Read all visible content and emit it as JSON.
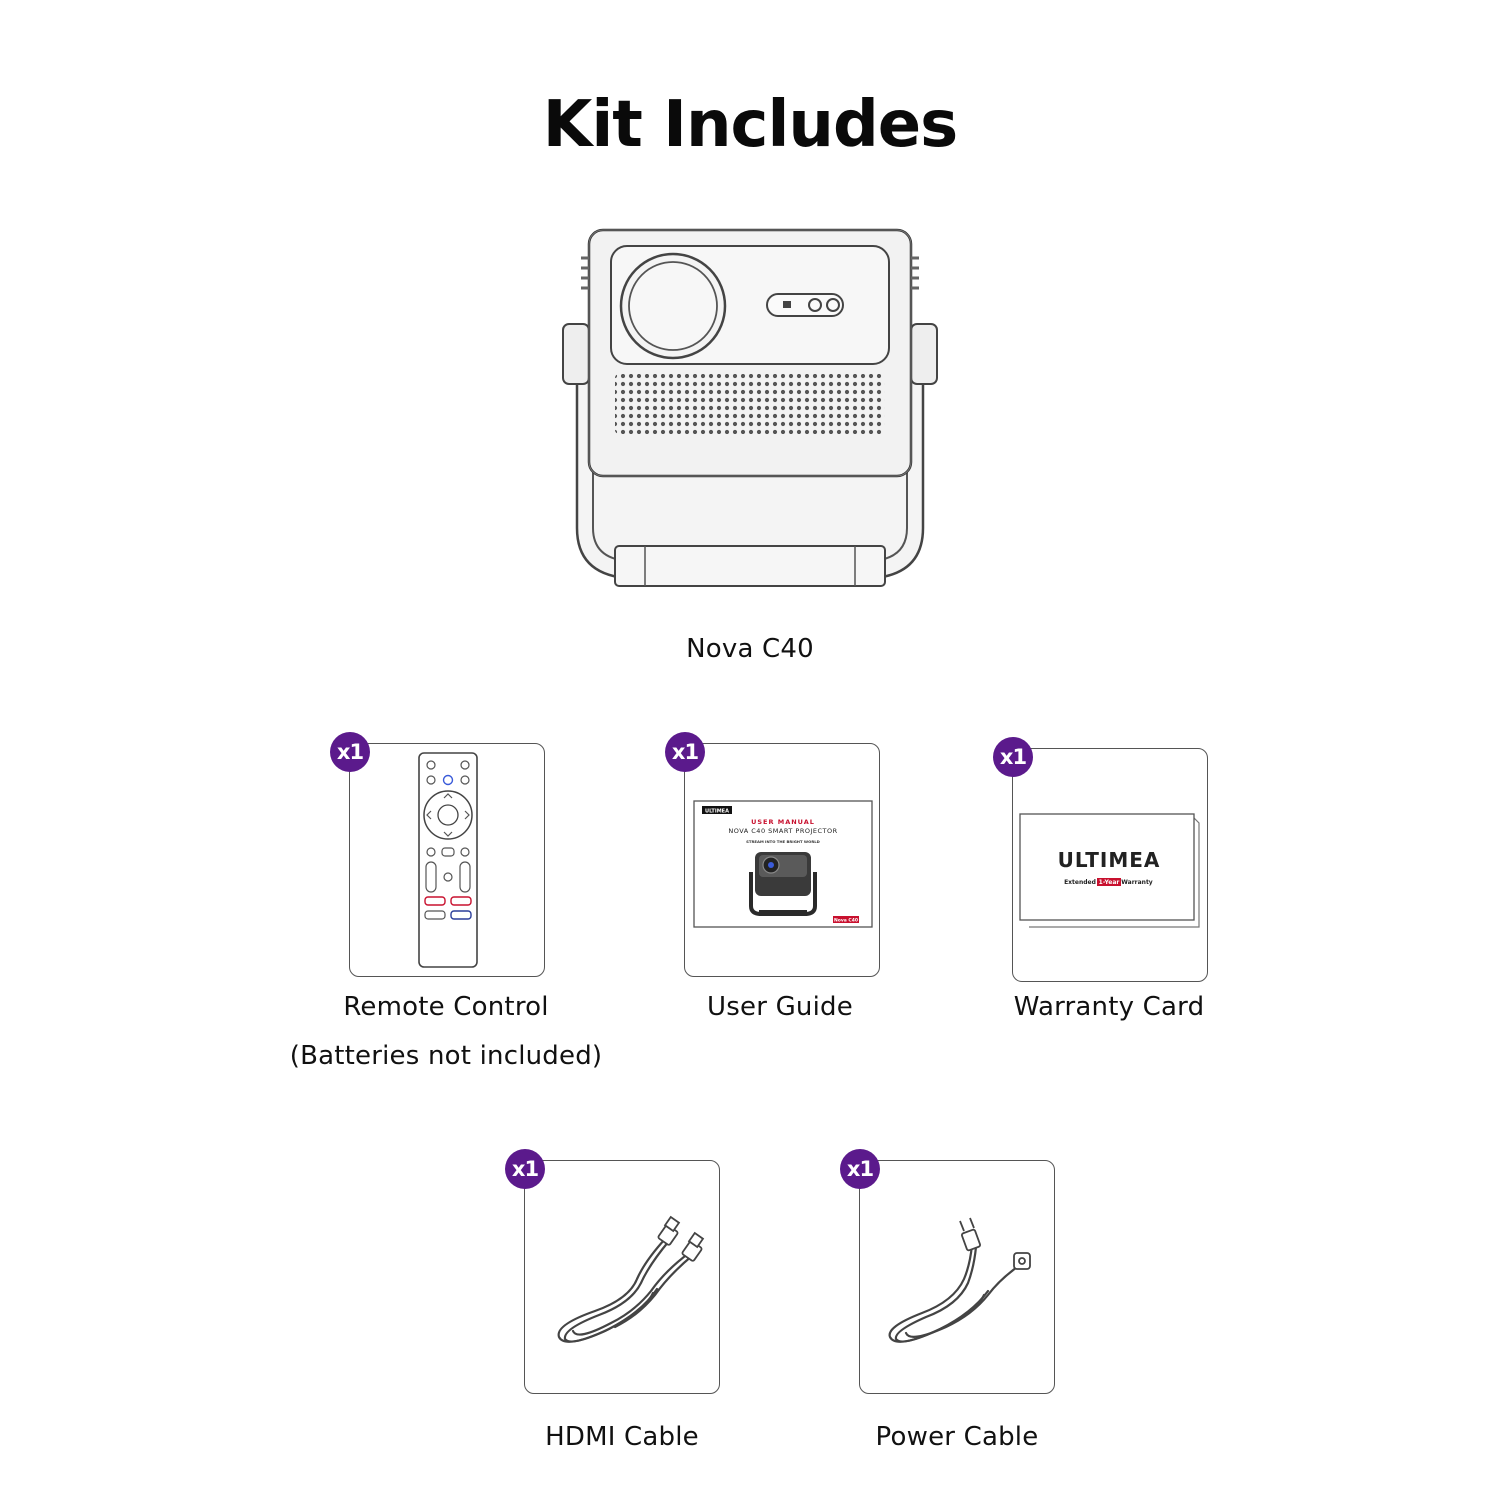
{
  "title": "Kit Includes",
  "main_item": {
    "label": "Nova C40"
  },
  "items": [
    {
      "qty": "x1",
      "label": "Remote Control",
      "note": "(Batteries not included)"
    },
    {
      "qty": "x1",
      "label": "User Guide"
    },
    {
      "qty": "x1",
      "label": "Warranty Card"
    },
    {
      "qty": "x1",
      "label": "HDMI Cable"
    },
    {
      "qty": "x1",
      "label": "Power Cable"
    }
  ],
  "guide_art": {
    "brand": "ULTIMEA",
    "heading": "USER MANUAL",
    "subheading": "NOVA C40 SMART PROJECTOR",
    "tagline": "STREAM INTO THE BRIGHT WORLD",
    "model_tag": "Nova C40"
  },
  "warranty_art": {
    "brand": "ULTIMEA",
    "line_pre": "Extended",
    "line_highlight": "1-Year",
    "line_post": "Warranty"
  },
  "colors": {
    "badge": "#5b1a8c",
    "outline": "#555555",
    "accent_red": "#c8102e"
  }
}
